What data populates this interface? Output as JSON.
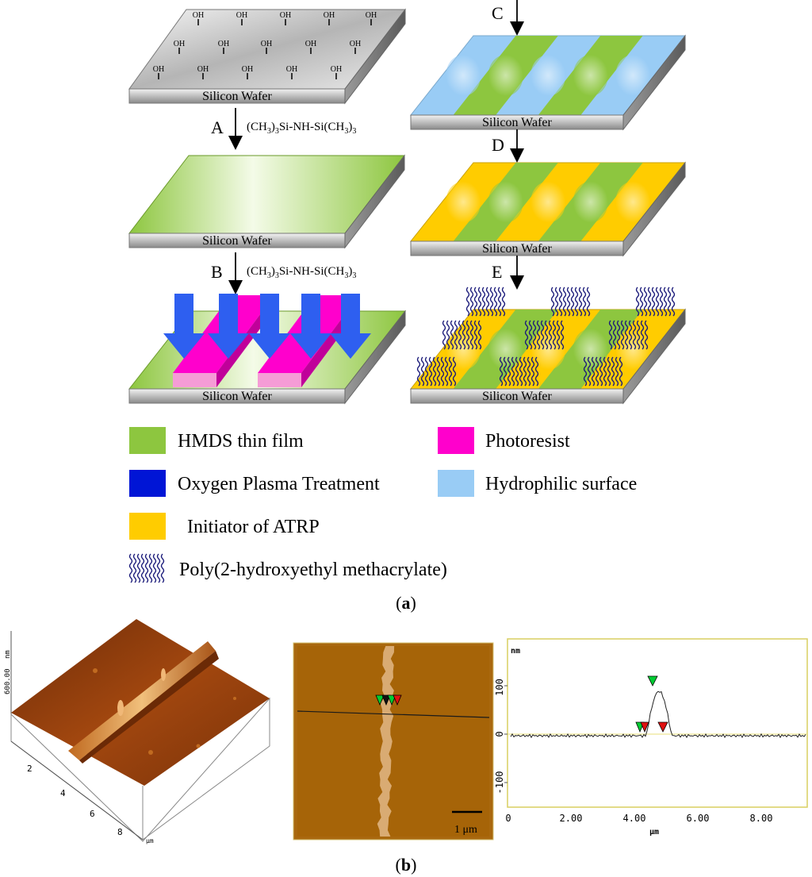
{
  "panel_a": {
    "wafer_label": "Silicon Wafer",
    "oh_label": "OH",
    "steps": [
      {
        "letter": "A",
        "reagent_html": "(CH<tspan baseline-shift='sub' font-size='11'>3</tspan>)<tspan baseline-shift='sub' font-size='11'>3</tspan>Si-NH-Si(CH<tspan baseline-shift='sub' font-size='11'>3</tspan>)<tspan baseline-shift='sub' font-size='11'>3</tspan>",
        "reagent_text": "(CH3)3Si-NH-Si(CH3)3"
      },
      {
        "letter": "B",
        "reagent_text": "(CH3)3Si-NH-Si(CH3)3"
      },
      {
        "letter": "C"
      },
      {
        "letter": "D"
      },
      {
        "letter": "E"
      }
    ],
    "legend": [
      {
        "id": "hmds",
        "label": "HMDS thin film",
        "color": "#8dc63f"
      },
      {
        "id": "photoresist",
        "label": "Photoresist",
        "color": "#ff00cc"
      },
      {
        "id": "plasma",
        "label": "Oxygen Plasma Treatment",
        "color": "#0015d6"
      },
      {
        "id": "hydrophilic",
        "label": "Hydrophilic surface",
        "color": "#99ccf5"
      },
      {
        "id": "initiator",
        "label": "Initiator of ATRP",
        "color": "#ffcc00"
      },
      {
        "id": "phema",
        "label": "Poly(2-hydroxyethyl methacrylate)",
        "color": "#1a1a7a",
        "icon": "wavy-lines-icon"
      }
    ],
    "caption": "(a)"
  },
  "panel_b": {
    "afm3d": {
      "z_label": "600.00",
      "z_unit": "nm",
      "x_ticks": [
        "2",
        "4",
        "6",
        "8"
      ],
      "x_unit": "μm"
    },
    "afm2d": {
      "scale_bar": "1 μm"
    },
    "profile": {
      "y_unit": "nm",
      "x_unit": "μm",
      "y_ticks": [
        "100",
        "0",
        "-100"
      ],
      "x_ticks": [
        "0",
        "2.00",
        "4.00",
        "6.00",
        "8.00"
      ]
    },
    "caption": "(b)"
  },
  "colors": {
    "hmds": "#8dc63f",
    "hydrophilic": "#99ccf5",
    "initiator": "#ffcc00",
    "photoresist": "#ff00cc",
    "plasma_arrow": "#2e5ff0",
    "afm_surface": "#8b3a0f",
    "afm_ridge": "#e2a15a"
  }
}
